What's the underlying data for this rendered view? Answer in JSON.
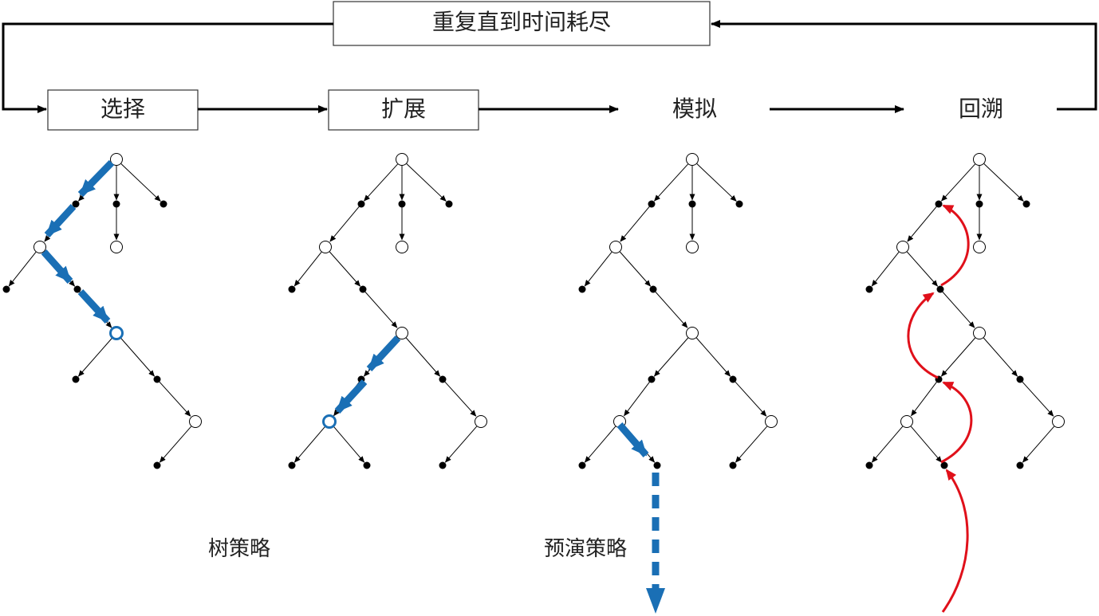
{
  "loop_label": "重复直到时间耗尽",
  "stages": [
    {
      "id": "selection",
      "label": "选择"
    },
    {
      "id": "expansion",
      "label": "扩展"
    },
    {
      "id": "simulation",
      "label": "模拟"
    },
    {
      "id": "backprop",
      "label": "回溯"
    }
  ],
  "policies": {
    "tree_policy": "树策略",
    "default_policy": "预演策略"
  },
  "colors": {
    "line": "#000000",
    "highlight": "#1a6fb5",
    "backprop": "#e0101a",
    "box_border": "#333333"
  }
}
